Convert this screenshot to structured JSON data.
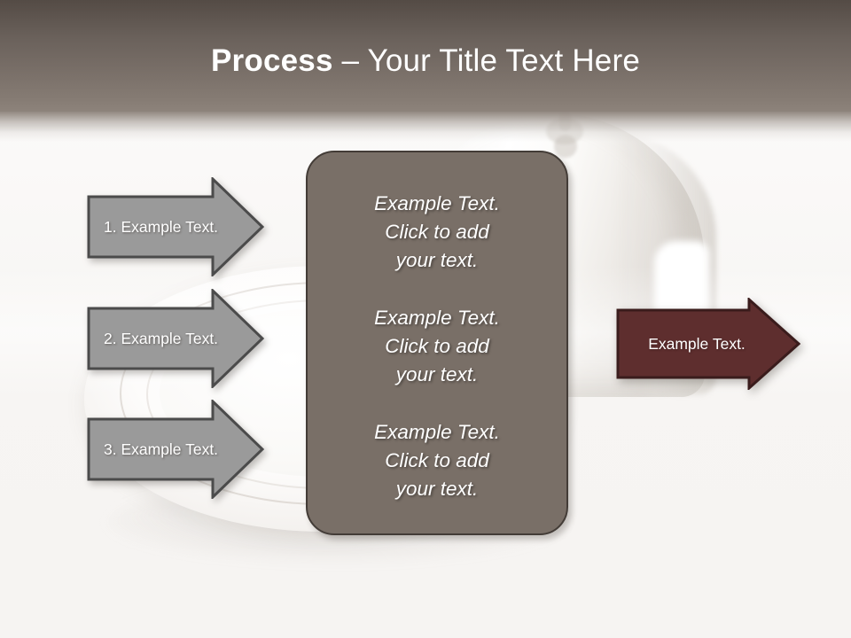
{
  "slide": {
    "title_bold": "Process",
    "title_rest": " – Your Title Text Here",
    "background_description": "silver serving dome on a white plate",
    "colors": {
      "header_top": "#544b45",
      "header_bottom": "#8d837b",
      "center_box_fill": "#796f67",
      "center_box_border": "#433c37",
      "gray_arrow_fill": "#9a9a9a",
      "gray_arrow_border": "#4b4b4b",
      "red_arrow_fill": "#5e2e2e",
      "red_arrow_border": "#3a1c1c",
      "slide_background": "#f7f6f4",
      "text_on_shapes": "#ffffff"
    }
  },
  "left_arrows": [
    {
      "label": "1. Example Text."
    },
    {
      "label": "2. Example Text."
    },
    {
      "label": "3. Example Text."
    }
  ],
  "center_box": {
    "blocks": [
      {
        "text": "Example Text.\nClick  to add\nyour text."
      },
      {
        "text": "Example Text.\nClick  to add\nyour text."
      },
      {
        "text": "Example Text.\nClick  to add\nyour text."
      }
    ]
  },
  "right_arrow": {
    "label": "Example Text."
  }
}
